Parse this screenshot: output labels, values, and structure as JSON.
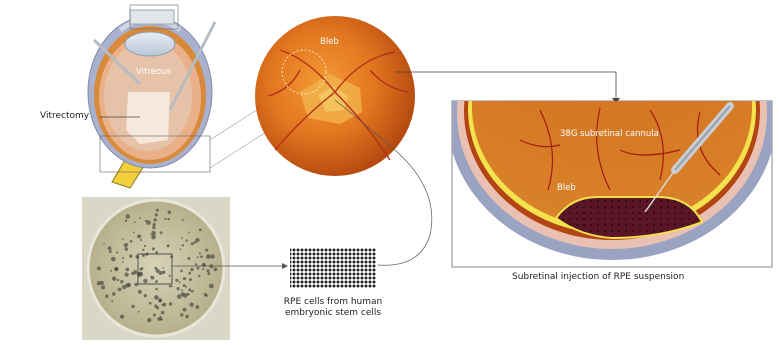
{
  "labels": {
    "vitreous": "Vitreous",
    "vitrectomy": "Vitrectomy",
    "bleb_fundus": "Bleb",
    "cannula": "38G subretinal cannula",
    "bleb_detail": "Bleb",
    "caption_injection": "Subretinal injection of RPE suspension",
    "cells_line1": "RPE cells from human",
    "cells_line2": "embryonic stem cells"
  },
  "colors": {
    "retina_orange": "#d9731c",
    "retina_dark": "#a8420e",
    "vessel_red": "#b81d14",
    "bleb_yellow": "#f2e24a",
    "sclera_outer": "#a9b1cf",
    "choroid_pink": "#e8b4a2",
    "rpe_dark": "#4d1420",
    "dish_tan": "#c8c2a0"
  },
  "icons": [
    "eye-cross-section-icon",
    "fundus-image-icon",
    "petri-dish-photo-icon",
    "cell-grid-icon",
    "cannula-icon"
  ]
}
